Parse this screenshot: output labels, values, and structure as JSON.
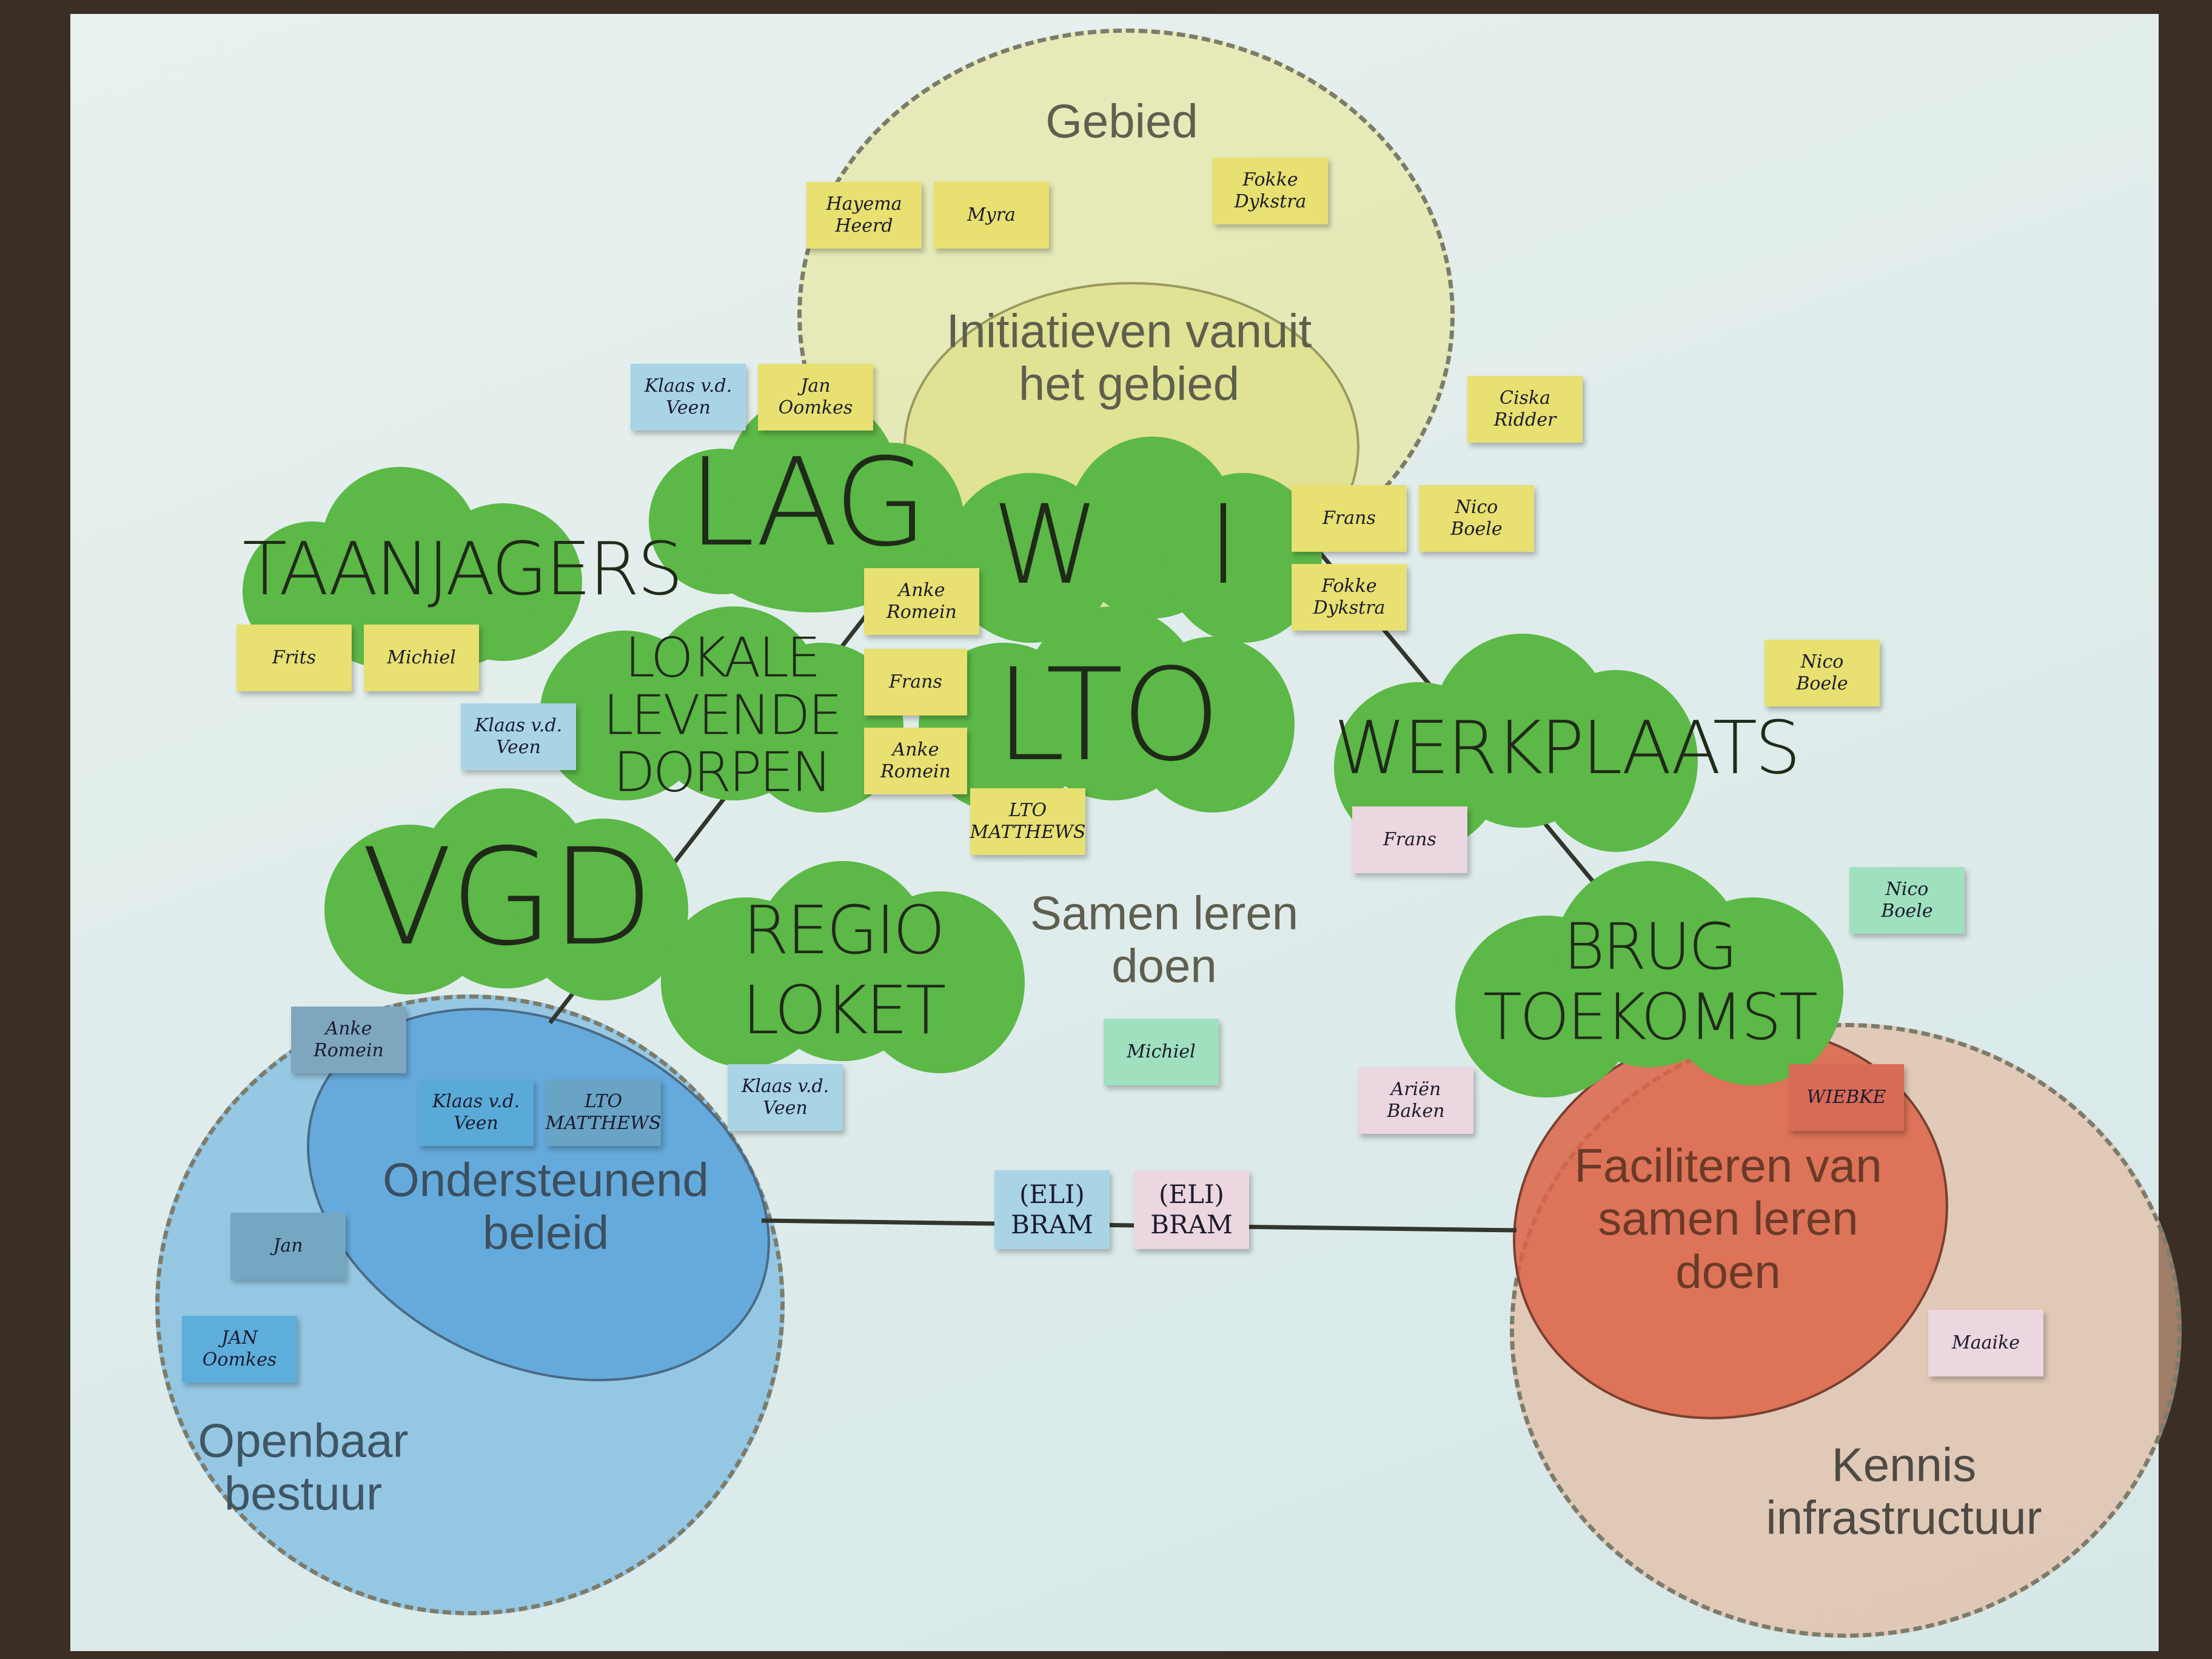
{
  "diagram": {
    "regions": {
      "gebied": "Gebied",
      "initiatieven": [
        "Initiatieven vanuit",
        "het gebied"
      ],
      "center": [
        "Samen leren",
        "doen"
      ],
      "ondersteunend": [
        "Ondersteunend",
        "beleid"
      ],
      "openbaar": [
        "Openbaar",
        "bestuur"
      ],
      "faciliteren": [
        "Faciliteren van",
        "samen leren",
        "doen"
      ],
      "kennis": [
        "Kennis",
        "infrastructuur"
      ]
    },
    "clouds": {
      "taanjagers": "TAANJAGERS",
      "lag": "LAG",
      "wi": "W I",
      "lokale": [
        "LOKALE",
        "LEVENDE",
        "DORPEN"
      ],
      "lto": "LTO",
      "werkplaats": "WERKPLAATS",
      "vgd": "VGD",
      "regio": [
        "REGIO",
        "LOKET"
      ],
      "brug": [
        "BRUG",
        "TOEKOMST"
      ]
    },
    "stickies": [
      "Fokke\nDykstra",
      "Hayema\nHeerd",
      "Myra",
      "Ciska\nRidder",
      "Klaas v.d.\nVeen",
      "Jan\nOomkes",
      "Anke\nRomein",
      "Frans",
      "Fokke\nDykstra",
      "Nico\nBoele",
      "Michiel",
      "Frits",
      "Frans",
      "Klaas v.d.\nVeen",
      "Anke\nRomein",
      "LTO\nMATTHEWS",
      "Nico\nBoele",
      "Frans",
      "Nico\nBoele",
      "Klaas v.d.\nVeen",
      "Michiel",
      "Ariën\nBaken",
      "WIEBKE",
      "Maaike",
      "(ELI)\nBRAM",
      "(ELI)\nBRAM",
      "Anke\nRomein",
      "Klaas v.d.\nVeen",
      "LTO\nMATTHEWS",
      "Jan",
      "JAN\nOomkes"
    ],
    "colors": {
      "yellow": "#e8e070",
      "blue": "#a8d4e6",
      "pink": "#ecd6df",
      "green": "#5cb847",
      "orange": "#d86b55"
    }
  }
}
